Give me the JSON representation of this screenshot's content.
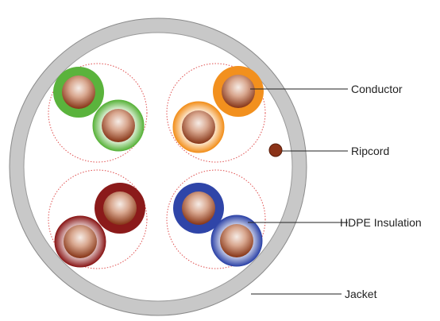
{
  "callouts": {
    "conductor": "Conductor",
    "ripcord": "Ripcord",
    "insulation": "HDPE Insulation",
    "jacket": "Jacket"
  },
  "colors": {
    "jacket": "#c8c8c8",
    "jacket_edge": "#8a8a8a",
    "pair_boundary": "#e05050",
    "copper_light": "#f3e4dc",
    "copper_dark": "#8a3a1c",
    "ripcord": "#8b3318",
    "pairs": [
      {
        "name": "green",
        "solid": "#5ab33c",
        "stripe": "#5ab33c"
      },
      {
        "name": "orange",
        "solid": "#f2901e",
        "stripe": "#f2901e"
      },
      {
        "name": "brown",
        "solid": "#8b1a1a",
        "stripe": "#8b1a1a"
      },
      {
        "name": "blue",
        "solid": "#2f45a8",
        "stripe": "#2f45a8"
      }
    ]
  }
}
